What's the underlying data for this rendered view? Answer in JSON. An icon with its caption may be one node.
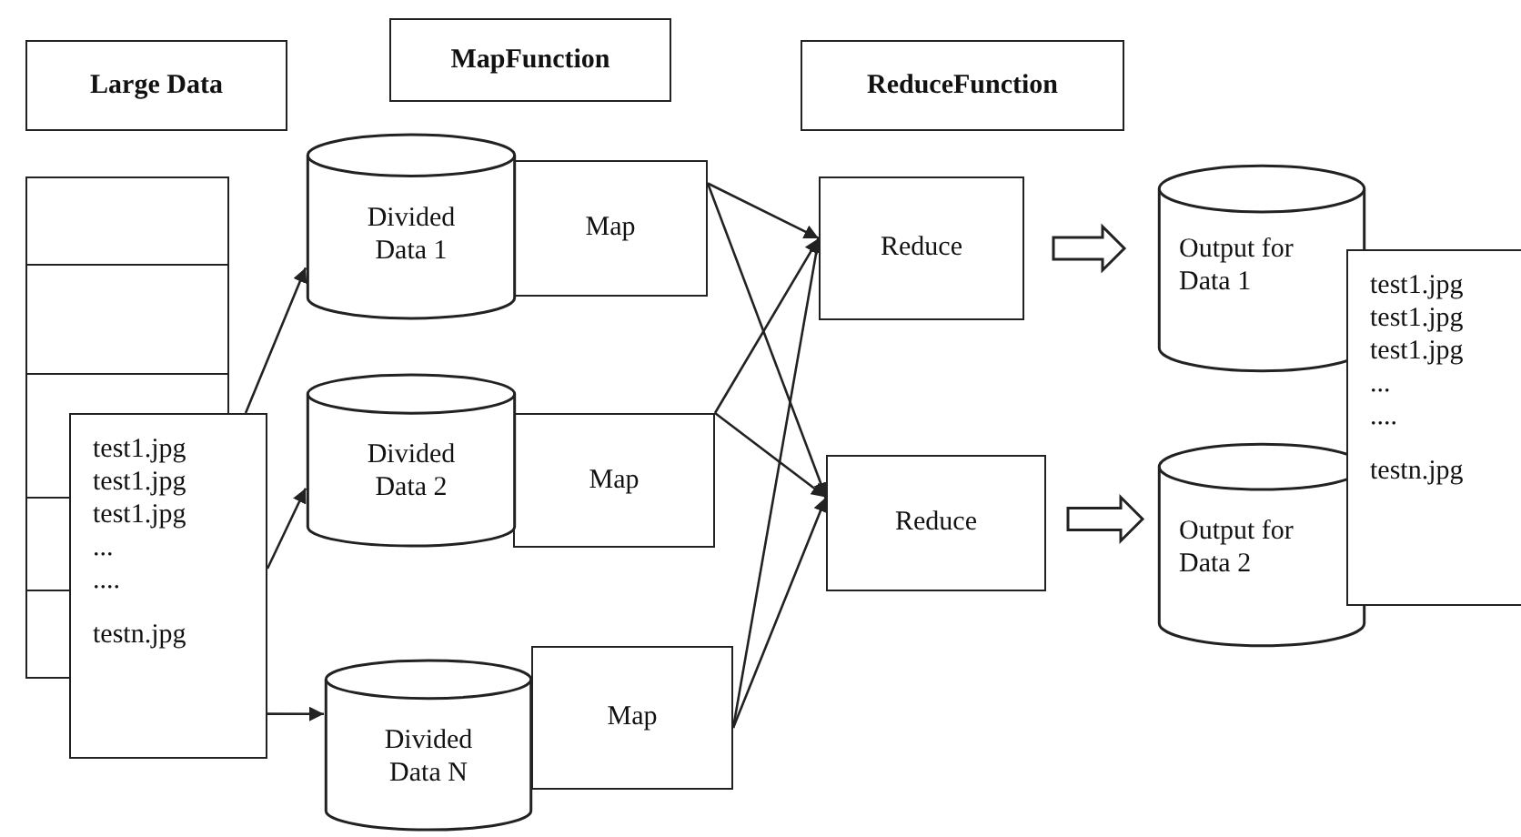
{
  "diagram": {
    "nodes": [
      {
        "text": [
          "Large Data"
        ]
      },
      {
        "text": [
          "MapFunction"
        ]
      },
      {
        "text": [
          "ReduceFunction"
        ]
      },
      {
        "text": [],
        "shape": "box"
      },
      {
        "text": [
          "test1.jpg",
          "test1.jpg",
          "test1.jpg",
          "...",
          "....",
          "testn.jpg"
        ]
      },
      {
        "text": [
          "Divided Data 1"
        ]
      },
      {
        "text": [
          "Map"
        ]
      },
      {
        "text": [
          "Divided Data 2"
        ]
      },
      {
        "text": [
          "Map"
        ]
      },
      {
        "text": [
          "Divided Data N"
        ]
      },
      {
        "text": [
          "Map"
        ]
      },
      {
        "text": [
          "Reduce"
        ]
      },
      {
        "text": [
          "Reduce"
        ]
      },
      {
        "text": [
          "Output for Data 1"
        ]
      },
      {
        "text": [
          "Output for Data 2"
        ]
      },
      {
        "text": [
          "test1.jpg",
          "test1.jpg",
          "test1.jpg",
          "...",
          "....",
          "testn.jpg"
        ]
      }
    ],
    "edges": [
      {
        "from": 4,
        "to": 5,
        "arrow": "to"
      },
      {
        "from": 4,
        "to": 7,
        "arrow": "to"
      },
      {
        "from": 4,
        "to": 9,
        "arrow": "to"
      },
      {
        "from": 6,
        "to": 11,
        "arrow": "to"
      },
      {
        "from": 6,
        "to": 12,
        "arrow": "to"
      },
      {
        "from": 8,
        "to": 11,
        "arrow": "to"
      },
      {
        "from": 8,
        "to": 12,
        "arrow": "to"
      },
      {
        "from": 10,
        "to": 11,
        "arrow": "to"
      },
      {
        "from": 10,
        "to": 12,
        "arrow": "to"
      },
      {
        "from": 11,
        "to": 13,
        "arrow": "to",
        "style": "thick"
      },
      {
        "from": 12,
        "to": 14,
        "arrow": "to",
        "style": "thick"
      }
    ]
  }
}
